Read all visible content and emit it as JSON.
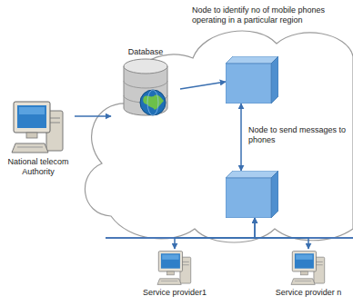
{
  "diagram": {
    "nodes": [
      {
        "text": [
          "National telecom Authority"
        ]
      },
      {
        "text": [
          "Database"
        ]
      },
      {
        "text": [
          "Node to identify no of mobile phones operating in a particular region"
        ]
      },
      {
        "text": [
          "Node to send messages to phones"
        ]
      },
      {
        "text": [
          "Service provider1"
        ]
      },
      {
        "text": [
          "Service provider n"
        ]
      }
    ],
    "edges": [
      {
        "from": 0,
        "to": 1,
        "arrow": "to"
      },
      {
        "from": 1,
        "to": 2,
        "arrow": "to"
      },
      {
        "from": 2,
        "to": 3,
        "arrow": "both"
      },
      {
        "from": 3,
        "to": 4,
        "arrow": "both"
      },
      {
        "from": 3,
        "to": 5,
        "arrow": "both"
      }
    ]
  }
}
